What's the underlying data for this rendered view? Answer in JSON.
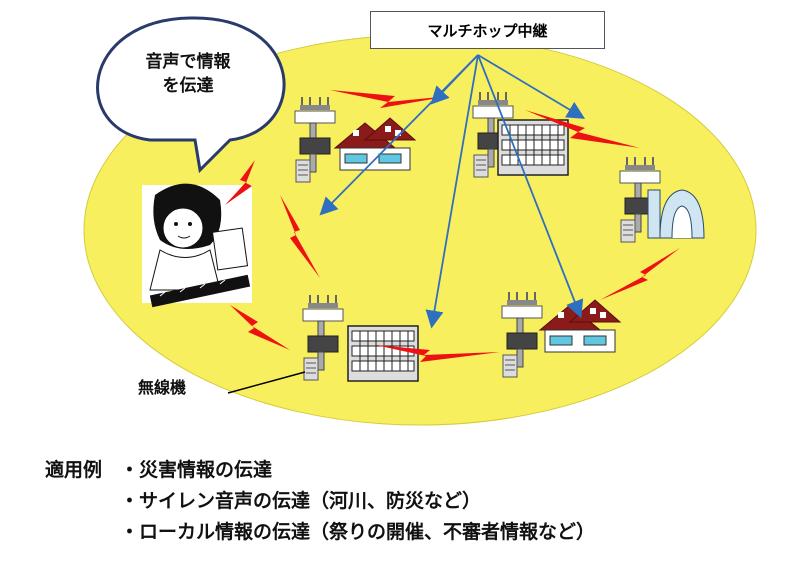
{
  "diagram": {
    "relay_label": "マルチホップ中継",
    "speech_bubble": "音声で情報を伝達",
    "radio_label": "無線機"
  },
  "examples": {
    "heading": "適用例",
    "items": [
      "・災害情報の伝達",
      "・サイレン音声の伝達（河川、防災など）",
      "・ローカル情報の伝達（祭りの開催、不審者情報など）"
    ]
  },
  "colors": {
    "area_fill": "#f7ef5e",
    "lightning": "#ee1111",
    "arrow": "#2f6fbf",
    "roof": "#8b1a1a"
  }
}
